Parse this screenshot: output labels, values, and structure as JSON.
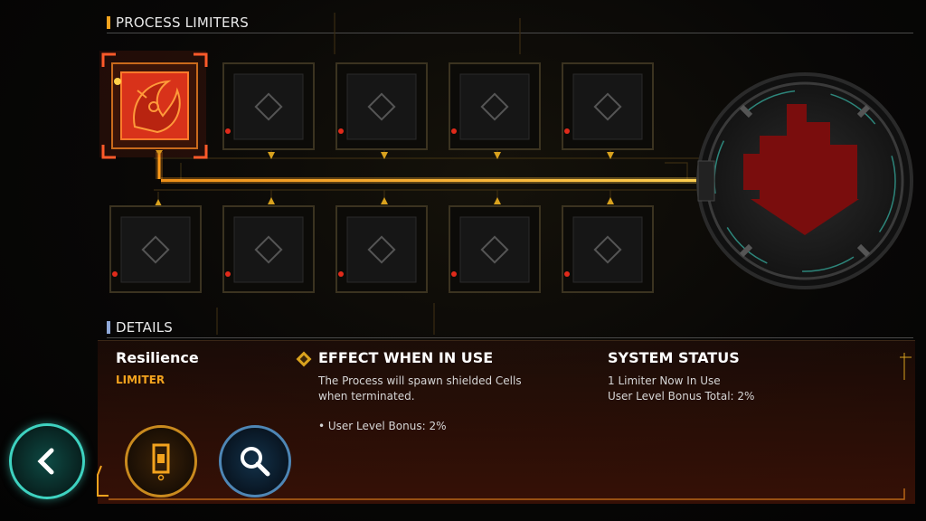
{
  "process_limiters": {
    "title": "PROCESS LIMITERS",
    "selected_index": 0,
    "slot_count": 10
  },
  "details": {
    "title": "DETAILS",
    "item_name": "Resilience",
    "item_type": "LIMITER",
    "effect": {
      "heading": "EFFECT WHEN IN USE",
      "line1": "The Process will spawn shielded Cells",
      "line2": "when terminated.",
      "bonus": "• User Level Bonus: 2%"
    },
    "status": {
      "heading": "SYSTEM STATUS",
      "line1": "1 Limiter Now In Use",
      "line2": "User Level Bonus Total: 2%"
    }
  },
  "buttons": {
    "back_icon": "chevron-left-icon",
    "equip_icon": "limiter-equip-icon",
    "inspect_icon": "magnifier-icon"
  },
  "colors": {
    "accent_orange": "#f3a31e",
    "active_red": "#e03a1a",
    "teal": "#3ed2c0",
    "details_bar": "#8fa8d8"
  }
}
